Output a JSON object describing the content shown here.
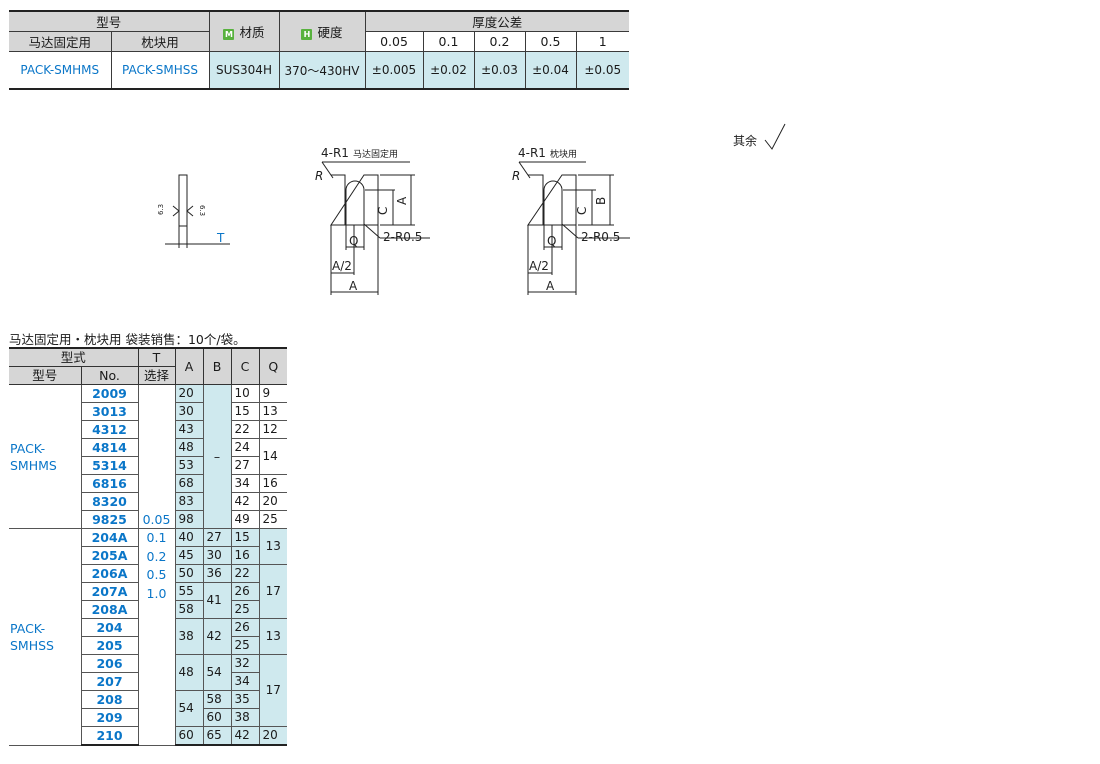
{
  "spec_table": {
    "model_header": "型号",
    "motor_header": "马达固定用",
    "pillow_header": "枕块用",
    "material_mark": "M",
    "material_header": "材质",
    "hardness_mark": "H",
    "hardness_header": "硬度",
    "tolerance_header": "厚度公差",
    "thickness_columns": [
      "0.05",
      "0.1",
      "0.2",
      "0.5",
      "1"
    ],
    "row": {
      "motor_model": "PACK-SMHMS",
      "pillow_model": "PACK-SMHSS",
      "material": "SUS304H",
      "hardness": "370～430HV",
      "tolerances": [
        "±0.005",
        "±0.02",
        "±0.03",
        "±0.04",
        "±0.05"
      ]
    }
  },
  "drawings": {
    "roughness_label": "其余",
    "side": {
      "roughness_left": "6.3",
      "roughness_right": "6.3",
      "thickness_label": "T"
    },
    "motor": {
      "corner_note": "4-R1",
      "corner_use": "马达固定用",
      "r_label": "R",
      "dims": [
        "C",
        "A"
      ],
      "slot_label": "Q",
      "radius_note": "2-R0.5",
      "half": "A/2",
      "width": "A"
    },
    "pillow": {
      "corner_note": "4-R1",
      "corner_use": "枕块用",
      "r_label": "R",
      "dims": [
        "C",
        "B"
      ],
      "slot_label": "Q",
      "radius_note": "2-R0.5",
      "half": "A/2",
      "width": "A"
    }
  },
  "bag_note": "马达固定用・枕块用 袋装销售：10个/袋。",
  "data_table": {
    "type_header": "型式",
    "model_header": "型号",
    "no_header": "No.",
    "t_header": "T",
    "select_header": "选择",
    "col_a": "A",
    "col_b": "B",
    "col_c": "C",
    "col_q": "Q",
    "smhms": {
      "label_top": "PACK-",
      "label_bottom": "SMHMS",
      "b_value": "–",
      "t_value": "0.05",
      "nos": [
        "2009",
        "3013",
        "4312",
        "4814",
        "5314",
        "6816",
        "8320",
        "9825"
      ],
      "a": [
        "20",
        "30",
        "43",
        "48",
        "53",
        "68",
        "83",
        "98"
      ],
      "c": [
        "10",
        "15",
        "22",
        "24",
        "27",
        "34",
        "42",
        "49"
      ],
      "q": [
        "9",
        "13",
        "12",
        "14",
        "16",
        "20",
        "25"
      ]
    },
    "smhss": {
      "label_top": "PACK-",
      "label_bottom": "SMHSS",
      "t_values": [
        "0.1",
        "0.2",
        "0.5",
        "1.0"
      ],
      "nos": [
        "204A",
        "205A",
        "206A",
        "207A",
        "208A",
        "204",
        "205",
        "206",
        "207",
        "208",
        "209",
        "210"
      ],
      "a": [
        "40",
        "45",
        "50",
        "55",
        "58",
        "38",
        "48",
        "54",
        "60"
      ],
      "b": [
        "27",
        "30",
        "36",
        "41",
        "42",
        "54",
        "58",
        "60",
        "65"
      ],
      "c": [
        "15",
        "16",
        "22",
        "26",
        "25",
        "26",
        "25",
        "32",
        "34",
        "35",
        "38",
        "42"
      ],
      "q": [
        "13",
        "17",
        "13",
        "17",
        "20"
      ]
    }
  }
}
